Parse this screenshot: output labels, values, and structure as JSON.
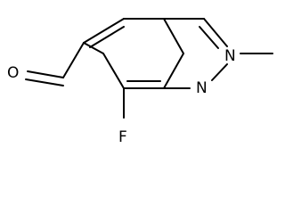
{
  "molecule": {
    "atoms": {
      "oxygen": "O",
      "fluorine": "F",
      "nitrogen_1": "N",
      "nitrogen_2": "N"
    }
  }
}
